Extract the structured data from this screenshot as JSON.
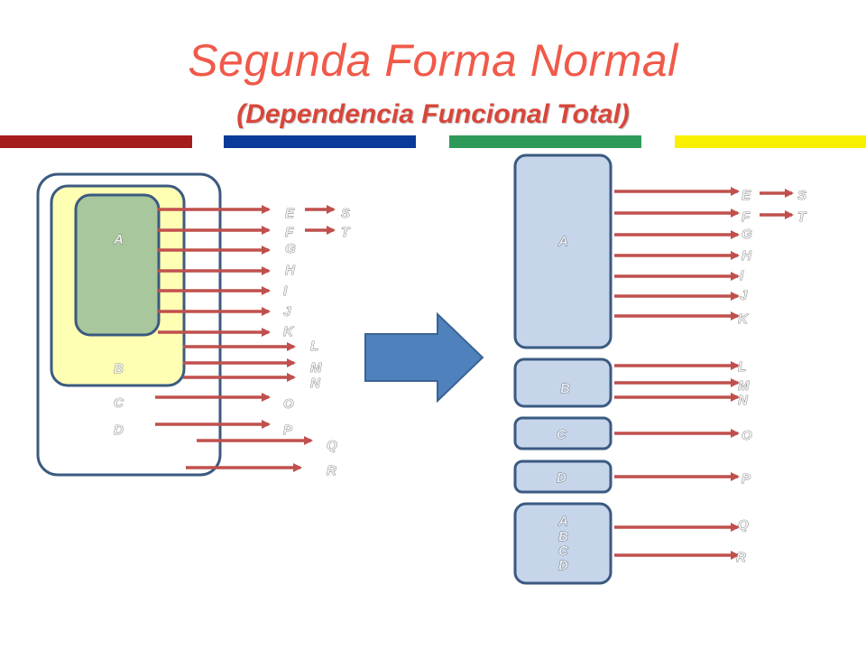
{
  "title": "Segunda Forma Normal",
  "subtitle": "(Dependencia Funcional Total)",
  "colors": {
    "title": "#f05a4a",
    "arrow": "#c0504d",
    "bar_red": "#a51c1c",
    "bar_blue": "#0a3a9a",
    "bar_green": "#2e9a5a",
    "bar_yellow": "#f8f000",
    "big_arrow": "#4f81bd",
    "key_box": "#c6d5ea",
    "inner_green": "#a9c79c",
    "inner_yellow": "#ffffb3"
  },
  "left": {
    "keys": [
      "A",
      "B",
      "C",
      "D"
    ],
    "attributes": [
      "E",
      "F",
      "G",
      "H",
      "I",
      "J",
      "K",
      "L",
      "M",
      "N",
      "O",
      "P",
      "Q",
      "R",
      "S",
      "T"
    ]
  },
  "right": {
    "tables": [
      {
        "key": "A",
        "attributes": [
          "E",
          "F",
          "G",
          "H",
          "I",
          "J",
          "K",
          "S",
          "T"
        ]
      },
      {
        "key": "B",
        "attributes": [
          "L",
          "M",
          "N"
        ]
      },
      {
        "key": "C",
        "attributes": [
          "O"
        ]
      },
      {
        "key": "D",
        "attributes": [
          "P"
        ]
      },
      {
        "key_parts": [
          "A",
          "B",
          "C",
          "D"
        ],
        "attributes": [
          "Q",
          "R"
        ]
      }
    ]
  }
}
